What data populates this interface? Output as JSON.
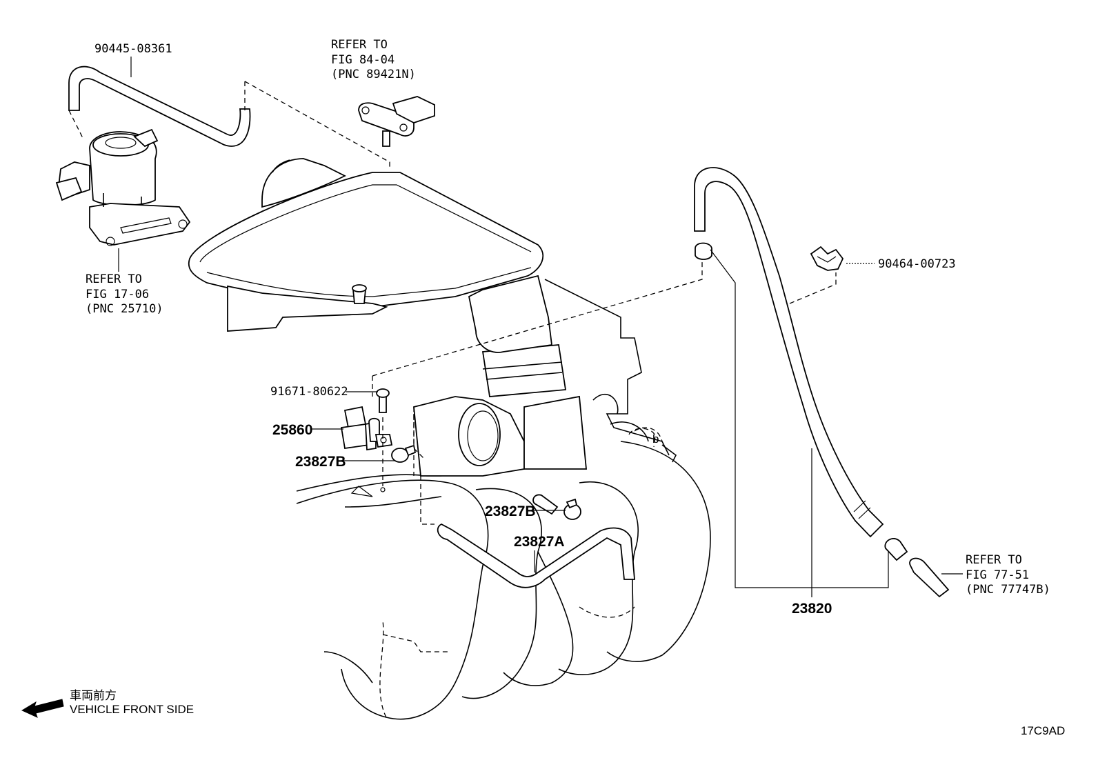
{
  "labels": {
    "p_90445": "90445-08361",
    "p_91671": "91671-80622",
    "p_25860": "25860",
    "p_23827b_a": "23827B",
    "p_23827b_b": "23827B",
    "p_23827a": "23827A",
    "p_23820": "23820",
    "p_90464": "90464-00723",
    "diagram_id": "17C9AD"
  },
  "refs": {
    "fig8404": {
      "l1": "REFER TO",
      "l2": "FIG 84-04",
      "l3": "(PNC 89421N)"
    },
    "fig1706": {
      "l1": "REFER TO",
      "l2": "FIG 17-06",
      "l3": "(PNC 25710)"
    },
    "fig7751": {
      "l1": "REFER TO",
      "l2": "FIG 77-51",
      "l3": "(PNC 77747B)"
    }
  },
  "front": {
    "jp": "車両前方",
    "en": "VEHICLE FRONT SIDE"
  },
  "misc": {
    "b_mark": "b"
  }
}
